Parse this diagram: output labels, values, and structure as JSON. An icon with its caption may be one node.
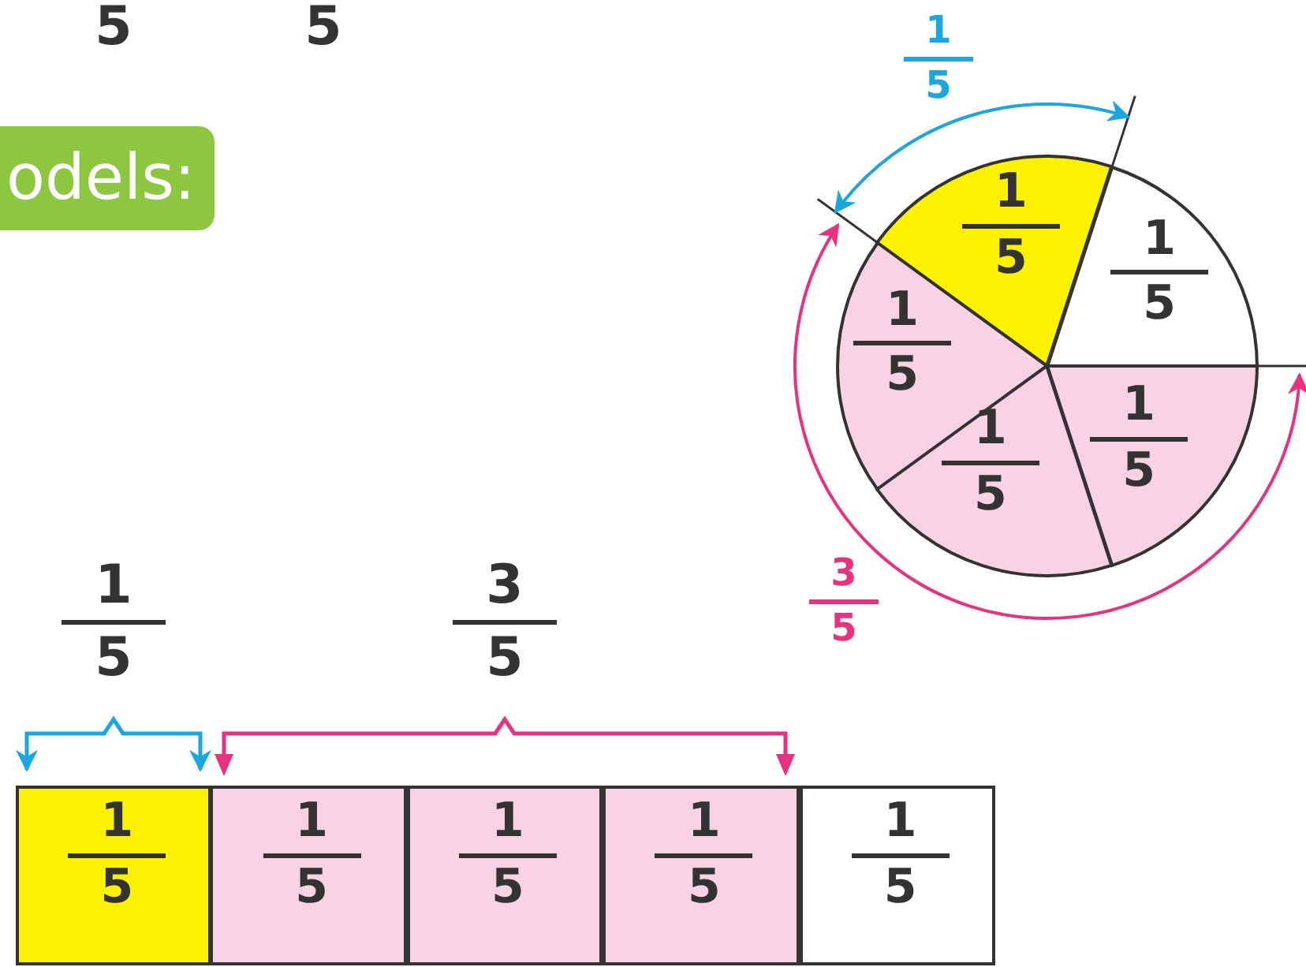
{
  "diagram": {
    "nodes": [
      {
        "text": [
          "1",
          "5"
        ]
      },
      {
        "text": [
          "1",
          "5"
        ]
      },
      {
        "text": [
          "1",
          "5"
        ]
      },
      {
        "text": [
          "1",
          "5"
        ]
      },
      {
        "text": [
          "1",
          "5"
        ]
      },
      {
        "text": [
          "1",
          "5"
        ]
      },
      {
        "text": [
          "1",
          "5"
        ]
      },
      {
        "text": [
          "1",
          "5"
        ]
      },
      {
        "text": [
          "1",
          "5"
        ]
      },
      {
        "text": [
          "1",
          "5"
        ]
      }
    ],
    "edges": [],
    "labels": [
      "5",
      "5",
      "odels:",
      "1",
      "5",
      "3",
      "5",
      "1",
      "5",
      "3",
      "5"
    ]
  }
}
